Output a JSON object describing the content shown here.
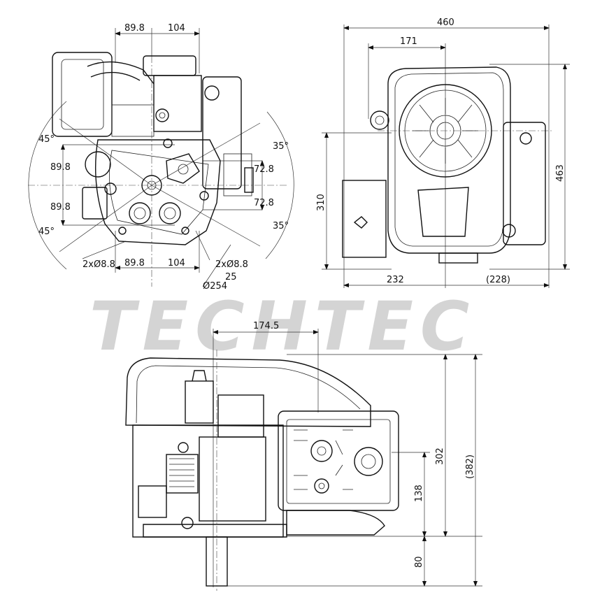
{
  "watermark": "TECHTEC",
  "front_view": {
    "top_dims": [
      "89.8",
      "104"
    ],
    "bottom_dims": [
      "2xØ8.8",
      "89.8",
      "104",
      "2xØ8.8"
    ],
    "left_angles": [
      "45°",
      "45°"
    ],
    "left_dims": [
      "89.8",
      "89.8"
    ],
    "right_angles": [
      "35°",
      "35°"
    ],
    "right_dims": [
      "72.8",
      "72.8"
    ],
    "shaft_dims": [
      "Ø254",
      "25"
    ]
  },
  "top_view": {
    "width": "460",
    "offset": "171",
    "height": "463",
    "fuel_height": "310",
    "bottom_left": "232",
    "bottom_right": "(228)"
  },
  "side_view": {
    "shaft_offset": "174.5",
    "total_height": "302",
    "overall_height": "(382)",
    "pto_height": "138",
    "shaft_length": "80"
  }
}
